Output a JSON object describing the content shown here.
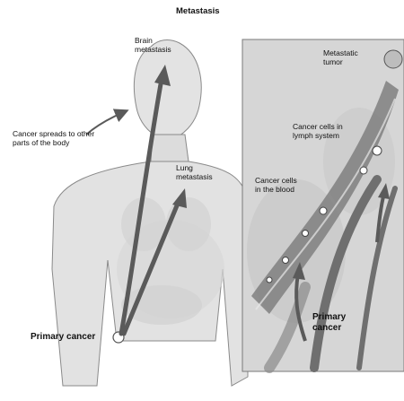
{
  "diagram": {
    "title": "Metastasis",
    "labels": {
      "brain_metastasis": "Brain\nmetastasis",
      "spreads": "Cancer spreads to other\nparts of the body",
      "lung_metastasis": "Lung\nmetastasis",
      "primary_cancer_left": "Primary cancer",
      "metastatic_tumor": "Metastatic\ntumor",
      "lymph_cells": "Cancer cells in\nlymph system",
      "blood_cells": "Cancer cells\nin the blood",
      "primary_cancer_right": "Primary\ncancer"
    }
  },
  "colors": {
    "arrow": "#5a5a5a",
    "body_fill": "#e2e2e2",
    "body_outline": "#8a8a8a",
    "inset_bg": "#d6d6d6",
    "vessel": "#6f6f6f"
  }
}
